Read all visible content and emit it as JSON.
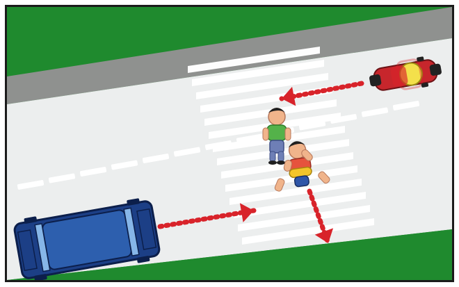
{
  "scene": {
    "kind": "road-safety-illustration",
    "elements": {
      "road": "road",
      "sidewalk": "sidewalk",
      "grass": "grass",
      "crosswalk": "zebra-crossing",
      "car": "car",
      "motorcycle": "motorcycle",
      "pedestrian_standing": "child-standing",
      "pedestrian_running": "child-running"
    },
    "icons": {
      "car": "car-icon",
      "motorcycle": "motorcycle-icon",
      "child_standing": "child-standing-icon",
      "child_running": "child-running-icon",
      "arrow": "dotted-arrow-icon"
    },
    "colors": {
      "frame": "#1b1b1b",
      "grass": "#1f8a2e",
      "grass_dark": "#17702a",
      "sidewalk": "#8f918f",
      "road": "#eceeee",
      "crosswalk": "#ffffff",
      "lane_dash": "#ffffff",
      "arrow": "#d8232a",
      "car_body": "#1c3f86",
      "car_roof": "#2d5fae",
      "car_window": "#86b6e8",
      "moto_body": "#c7262c",
      "helmet": "#f4e04b",
      "child1_shirt": "#54b24a",
      "child1_pants": "#6e7fb6",
      "child2_shirt_top": "#e6533d",
      "child2_shirt_bottom": "#f3c52b",
      "child2_shorts": "#2f56a8",
      "skin": "#f0b48b",
      "hair": "#1f1f1f"
    }
  }
}
